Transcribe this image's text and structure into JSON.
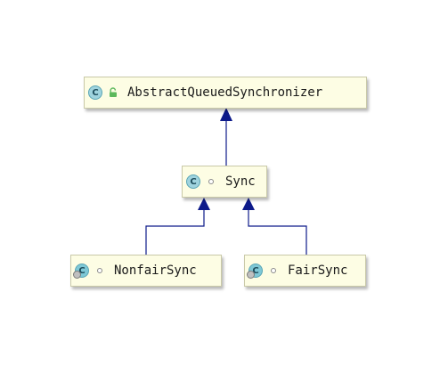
{
  "diagram": {
    "nodes": [
      {
        "id": "aqs",
        "kind": "abstract-class",
        "icon": "abstract-class-icon",
        "visibility": "public",
        "label": "AbstractQueuedSynchronizer"
      },
      {
        "id": "sync",
        "kind": "abstract-class",
        "icon": "abstract-class-icon",
        "visibility": "package-private",
        "label": "Sync"
      },
      {
        "id": "nonfair",
        "kind": "class",
        "icon": "class-icon",
        "visibility": "package-private",
        "label": "NonfairSync"
      },
      {
        "id": "fair",
        "kind": "class",
        "icon": "class-icon",
        "visibility": "package-private",
        "label": "FairSync"
      }
    ],
    "edges": [
      {
        "from": "sync",
        "to": "aqs",
        "type": "extends"
      },
      {
        "from": "nonfair",
        "to": "sync",
        "type": "extends"
      },
      {
        "from": "fair",
        "to": "sync",
        "type": "extends"
      }
    ],
    "colors": {
      "edge": "#0d1a8a",
      "node_fill": "#fdfde4",
      "node_border": "#c9c9a8",
      "class_icon": "#7ec8d6",
      "public_icon": "#5cb85c"
    }
  }
}
